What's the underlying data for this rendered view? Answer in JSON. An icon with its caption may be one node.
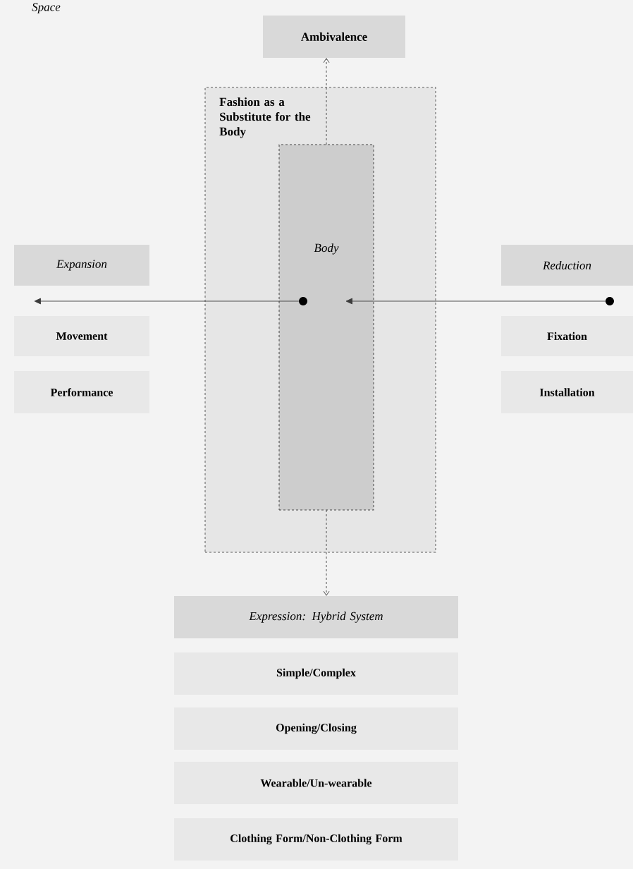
{
  "diagram": {
    "nodes": [
      {
        "text": [
          "Space"
        ]
      },
      {
        "text": [
          "Ambivalence"
        ],
        "in": 0
      },
      {
        "text": [
          "Fashion as a Substitute for the Body"
        ],
        "in": 0
      },
      {
        "text": [
          "Body"
        ],
        "in": 2
      },
      {
        "text": [
          "Expansion"
        ],
        "in": 0
      },
      {
        "text": [
          "Movement"
        ],
        "in": 0
      },
      {
        "text": [
          "Performance"
        ],
        "in": 0
      },
      {
        "text": [
          "Reduction"
        ],
        "in": 0
      },
      {
        "text": [
          "Fixation"
        ],
        "in": 0
      },
      {
        "text": [
          "Installation"
        ],
        "in": 0
      },
      {
        "text": [
          "Expression: Hybrid System"
        ],
        "in": 0
      },
      {
        "text": [
          "Simple/Complex"
        ],
        "in": 0
      },
      {
        "text": [
          "Opening/Closing"
        ],
        "in": 0
      },
      {
        "text": [
          "Wearable/Un-wearable"
        ],
        "in": 0
      },
      {
        "text": [
          "Clothing Form/Non-Clothing Form"
        ],
        "in": 0
      },
      {
        "text": [],
        "shape": "circle",
        "in": 3
      },
      {
        "text": [],
        "shape": "circle",
        "in": 0
      }
    ],
    "edges": [
      {
        "from": 3,
        "to": 1,
        "arrow": "to",
        "style": "dashed"
      },
      {
        "from": 3,
        "to": 10,
        "arrow": "to",
        "style": "dashed"
      },
      {
        "from": 15,
        "to": null,
        "arrow": "to"
      },
      {
        "from": 16,
        "to": null,
        "arrow": "to"
      }
    ]
  }
}
